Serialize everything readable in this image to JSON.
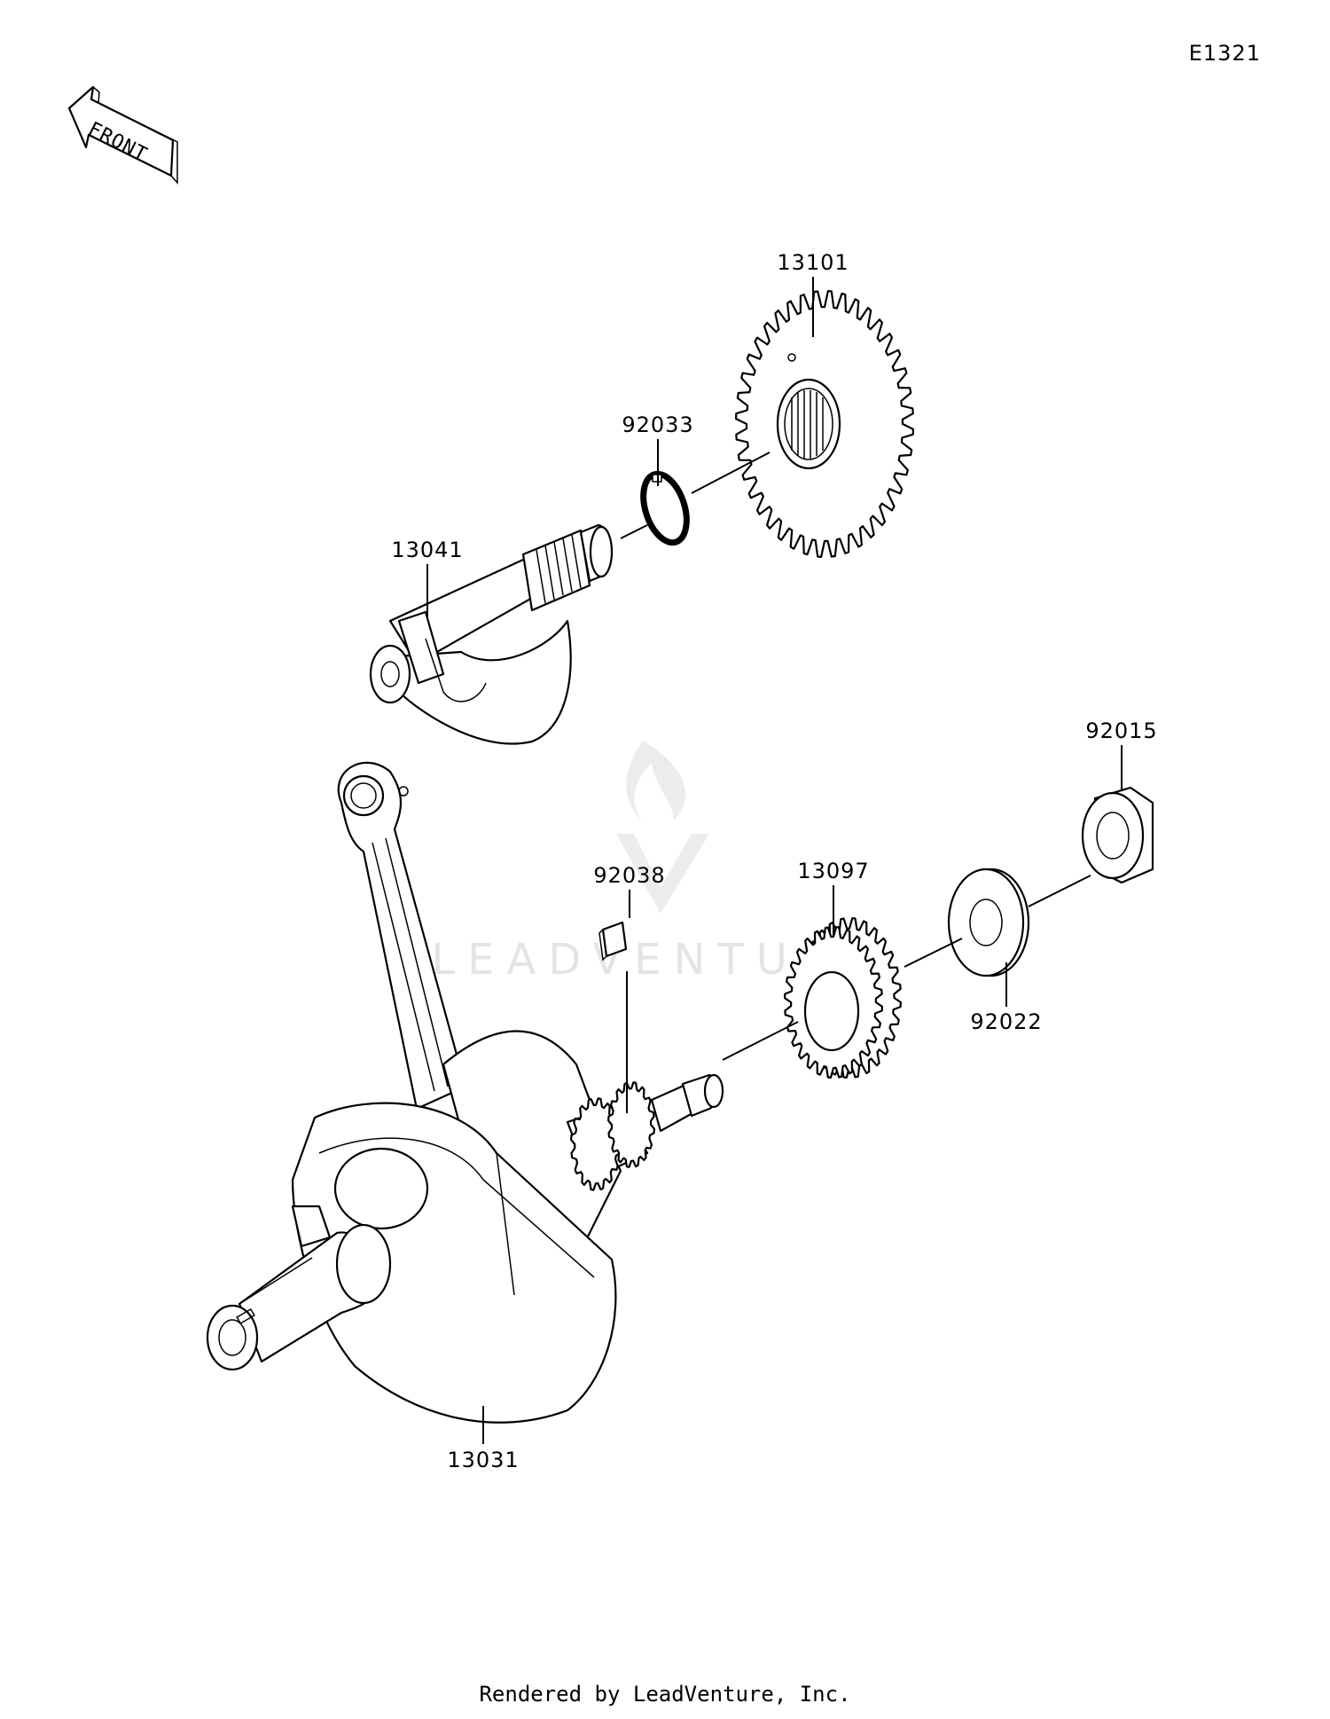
{
  "diagram_code": "E1321",
  "front_arrow_label": "FRONT",
  "watermark": "LEADVENTURE",
  "footer": "Rendered by LeadVenture, Inc.",
  "callouts": {
    "c13101": "13101",
    "c92033": "92033",
    "c13041": "13041",
    "c92015": "92015",
    "c13097": "13097",
    "c92038": "92038",
    "c92022": "92022",
    "c13031": "13031"
  }
}
